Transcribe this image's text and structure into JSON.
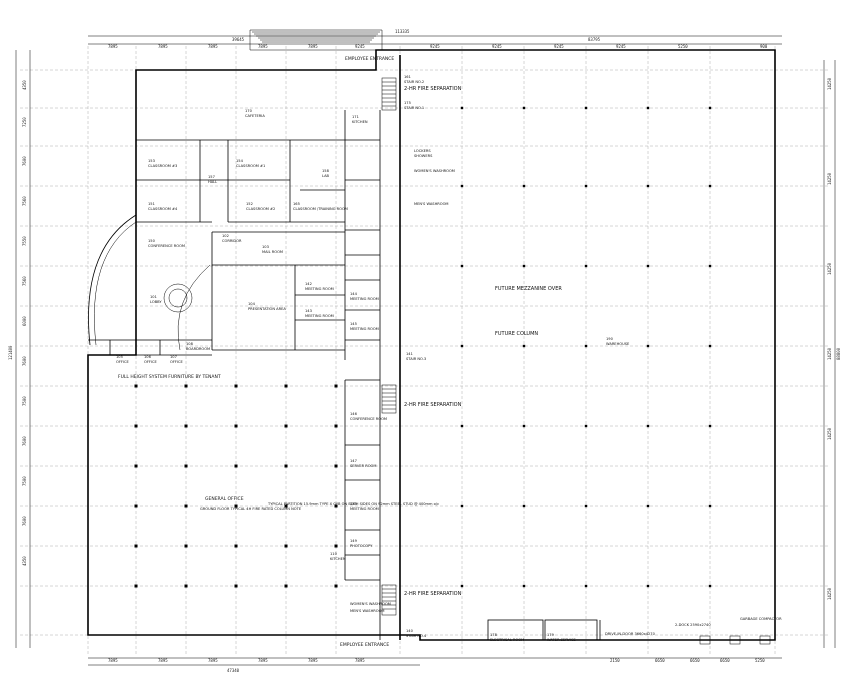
{
  "overall_dims": {
    "top_total": "113335",
    "top_left": "39645",
    "top_right": "83795",
    "bottom_left": "47340",
    "left_total": "121400",
    "right_total": "88800"
  },
  "top_dims": [
    "7895",
    "7895",
    "7895",
    "7895",
    "7895",
    "9245",
    "9245",
    "9245",
    "9245",
    "9245",
    "5250",
    "900"
  ],
  "left_dims": [
    "4350",
    "7250",
    "7600",
    "7560",
    "7550",
    "7560",
    "6000",
    "7600",
    "7500",
    "7600",
    "7500",
    "7600",
    "4350"
  ],
  "right_dims": [
    "14250",
    "14250",
    "14250",
    "14250",
    "14250",
    "14250"
  ],
  "bottom_dims": [
    "7895",
    "7895",
    "7895",
    "7895",
    "7895",
    "7895",
    "2150",
    "6650",
    "6650",
    "6650",
    "5250"
  ],
  "fire_separations": [
    "2-HR FIRE SEPARATION",
    "2-HR FIRE SEPARATION",
    "2-HR FIRE SEPARATION"
  ],
  "rooms": [
    {
      "num": "170",
      "name": "CAFETERIA"
    },
    {
      "num": "171",
      "name": "KITCHEN"
    },
    {
      "num": "153",
      "name": "CLASSROOM #3"
    },
    {
      "num": "154",
      "name": "CLASSROOM #1"
    },
    {
      "num": "151",
      "name": "CLASSROOM #4"
    },
    {
      "num": "152",
      "name": "CLASSROOM #2"
    },
    {
      "num": "165",
      "name": "CLASSROOM /TRAINING ROOM"
    },
    {
      "num": "150",
      "name": "CONFERENCE ROOM"
    },
    {
      "num": "157",
      "name": "HALL"
    },
    {
      "num": "158",
      "name": "LAB"
    },
    {
      "num": "161",
      "name": "STAIR NO.2"
    },
    {
      "num": "101",
      "name": "LOBBY"
    },
    {
      "num": "104",
      "name": "PRESENTATION AREA"
    },
    {
      "num": "142",
      "name": "MEETING ROOM"
    },
    {
      "num": "143",
      "name": "MEETING ROOM"
    },
    {
      "num": "144",
      "name": "MEETING ROOM"
    },
    {
      "num": "145",
      "name": "MEETING ROOM"
    },
    {
      "num": "146",
      "name": "CONFERENCE ROOM"
    },
    {
      "num": "147",
      "name": "SERVER ROOM"
    },
    {
      "num": "148",
      "name": "MEETING ROOM"
    },
    {
      "num": "149",
      "name": "PHOTOCOPY"
    },
    {
      "num": "110",
      "name": "KITCHEN"
    },
    {
      "num": "105",
      "name": "OFFICE"
    },
    {
      "num": "106",
      "name": "OFFICE"
    },
    {
      "num": "107",
      "name": "OFFICE"
    },
    {
      "num": "108",
      "name": "BOARDROOM"
    },
    {
      "num": "102",
      "name": "CORRIDOR"
    },
    {
      "num": "103",
      "name": "MAIL ROOM"
    },
    {
      "num": "141",
      "name": "STAIR NO.3"
    },
    {
      "num": "140",
      "name": "STAIR NO.4"
    },
    {
      "num": "175",
      "name": "STAIR NO.1"
    },
    {
      "num": "178",
      "name": "ELECTRICAL ROOM"
    },
    {
      "num": "179",
      "name": "WATER SERVICE"
    },
    {
      "num": "190",
      "name": "WAREHOUSE"
    }
  ],
  "washrooms": [
    "LOCKERS",
    "SHOWERS",
    "WOMEN'S WASHROOM",
    "MEN'S WASHROOM",
    "WOMEN'S WASHROOM",
    "MEN'S WASHROOM"
  ],
  "notes": {
    "mezzanine": "FUTURE MEZZANINE OVER",
    "future_column": "FUTURE COLUMN",
    "open_office_note": "FULL HEIGHT SYSTEM FURNITURE BY TENANT",
    "general_office": "GENERAL OFFICE",
    "ground_floor": "GROUND FLOOR TYPICAL 4H FIRE RATED COLUMN NOTE",
    "partition": "TYPICAL PARTITION 15.9mm TYPE X GYB ON BOTH SIDES ON 92mm STEEL STUD @ 400mm o/c",
    "employee_entrance_top": "EMPLOYEE ENTRANCE",
    "employee_entrance_bottom": "EMPLOYEE ENTRANCE",
    "drive_in": "DRIVE-IN-DOOR 3660x4270",
    "dock": "2-DOCK 2590x2740",
    "compactor": "GARBAGE COMPACTOR"
  },
  "icons": [
    "stair-icon",
    "door-swing-icon",
    "column-icon",
    "dimension-tick-icon"
  ]
}
